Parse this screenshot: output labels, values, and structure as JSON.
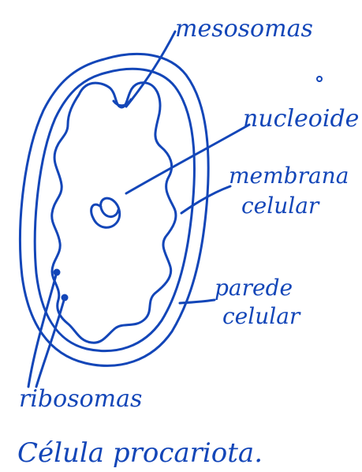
{
  "ink_color": "#1346b8",
  "background": "#ffffff",
  "labels": {
    "mesosomas": "mesosomas",
    "nucleoide": "nucleoide",
    "membrana_1": "membrana",
    "membrana_2": "celular",
    "parede_1": "parede",
    "parede_2": "celular",
    "ribosomas": "ribosomas"
  },
  "caption": "Célula procariota."
}
